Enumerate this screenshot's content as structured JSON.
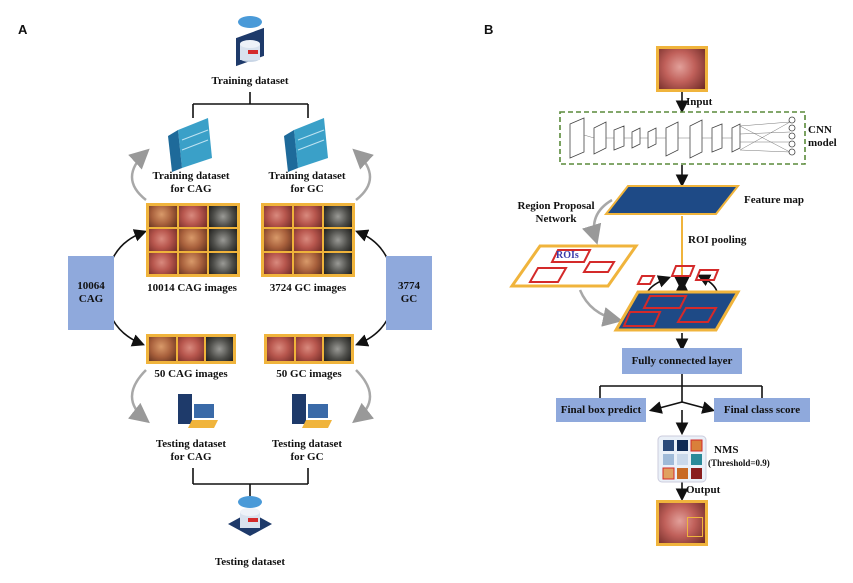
{
  "panel_a": {
    "letter": "A",
    "training_dataset": "Training dataset",
    "training_cag": "Training dataset\nfor CAG",
    "training_gc": "Training dataset\nfor GC",
    "cag_images": "10014 CAG images",
    "gc_images": "3724 GC images",
    "left_box": "10064\nCAG",
    "right_box": "3774\nGC",
    "test_cag_images": "50 CAG images",
    "test_gc_images": "50 GC images",
    "testing_cag": "Testing dataset\nfor CAG",
    "testing_gc": "Testing dataset\nfor GC",
    "testing_dataset": "Testing dataset"
  },
  "panel_b": {
    "letter": "B",
    "input": "Input",
    "cnn_model": "CNN\nmodel",
    "rpn": "Region Proposal\nNetwork",
    "feature_map": "Feature map",
    "roi_pooling": "ROI pooling",
    "rois": "ROIs",
    "fully_connected": "Fully connected layer",
    "final_box": "Final box predict",
    "final_class": "Final class score",
    "nms": "NMS",
    "threshold": "(Threshold=0.9)",
    "output": "Output"
  },
  "colors": {
    "accent_orange": "#f0b43c",
    "box_blue": "#8fa9dc",
    "dark_blue": "#1e4a86",
    "roi_red": "#d42a2a",
    "cnn_green": "#5a8a3a"
  },
  "icons": [
    "cloud-database-icon",
    "server-rack-icon",
    "laptop-server-icon"
  ]
}
